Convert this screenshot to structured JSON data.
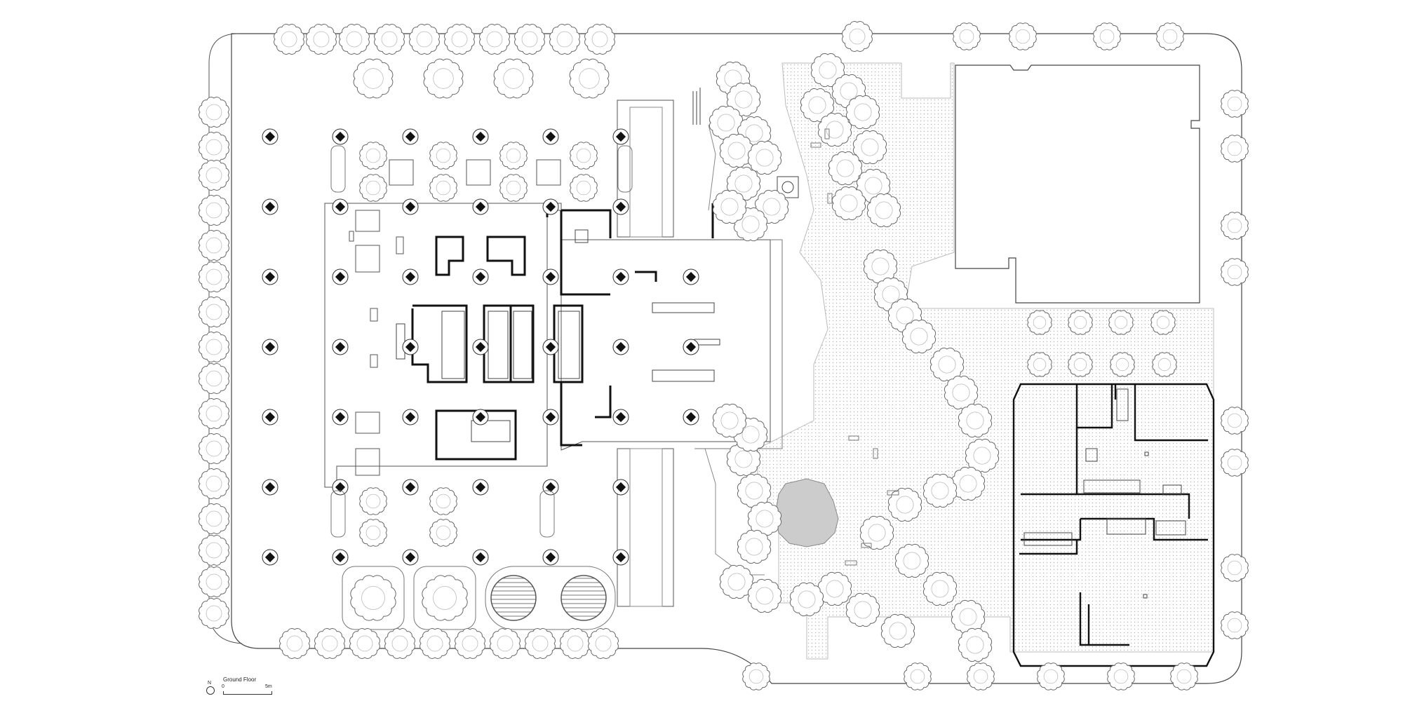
{
  "drawing": {
    "title": "Ground Floor",
    "north_label": "N",
    "scale_start": "0",
    "scale_end": "5m"
  },
  "colors": {
    "line": "#3a3a3a",
    "wall": "#111111",
    "tree_stroke": "#6a6a6a",
    "paving": "#eeeeee",
    "pond": "#cccccc"
  }
}
